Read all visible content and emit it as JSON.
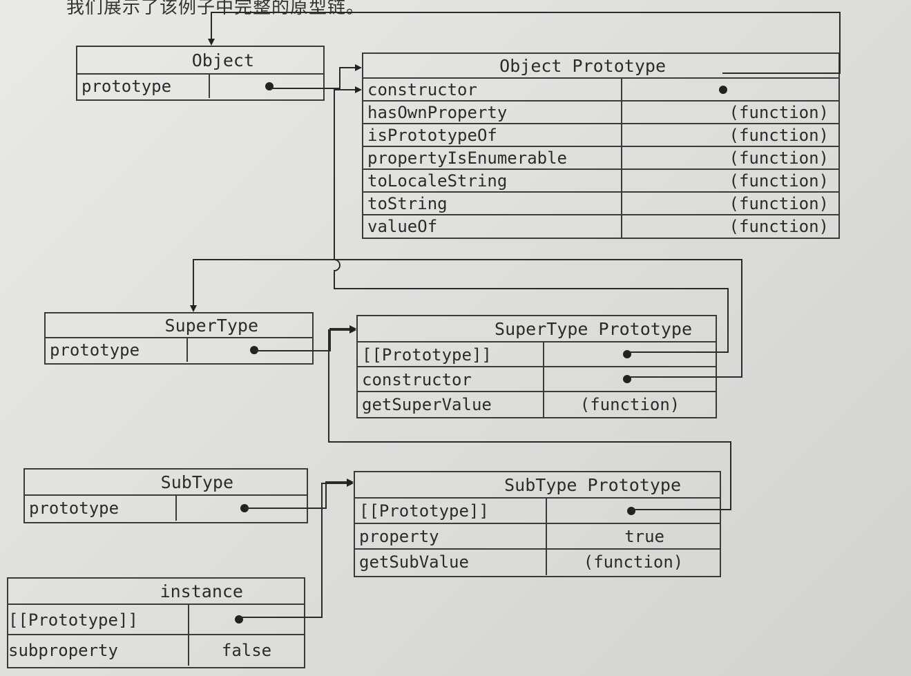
{
  "caption": "我们展示了该例子中完整的原型链。",
  "object": {
    "title": "Object",
    "prototype_label": "prototype"
  },
  "object_prototype": {
    "title": "Object Prototype",
    "rows": [
      {
        "name": "constructor",
        "value": ""
      },
      {
        "name": "hasOwnProperty",
        "value": "(function)"
      },
      {
        "name": "isPrototypeOf",
        "value": "(function)"
      },
      {
        "name": "propertyIsEnumerable",
        "value": "(function)"
      },
      {
        "name": "toLocaleString",
        "value": "(function)"
      },
      {
        "name": "toString",
        "value": "(function)"
      },
      {
        "name": "valueOf",
        "value": "(function)"
      }
    ]
  },
  "supertype": {
    "title": "SuperType",
    "prototype_label": "prototype"
  },
  "supertype_prototype": {
    "title": "SuperType Prototype",
    "rows": [
      {
        "name": "[[Prototype]]",
        "value": ""
      },
      {
        "name": "constructor",
        "value": ""
      },
      {
        "name": "getSuperValue",
        "value": "(function)"
      }
    ]
  },
  "subtype": {
    "title": "SubType",
    "prototype_label": "prototype"
  },
  "subtype_prototype": {
    "title": "SubType Prototype",
    "rows": [
      {
        "name": "[[Prototype]]",
        "value": ""
      },
      {
        "name": "property",
        "value": "true"
      },
      {
        "name": "getSubValue",
        "value": "(function)"
      }
    ]
  },
  "instance": {
    "title": "instance",
    "rows": [
      {
        "name": "[[Prototype]]",
        "value": ""
      },
      {
        "name": "subproperty",
        "value": "false"
      }
    ]
  }
}
